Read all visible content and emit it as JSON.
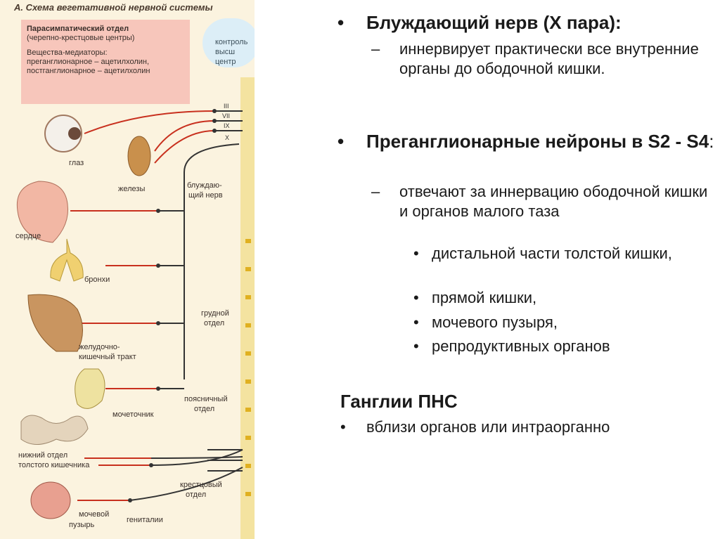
{
  "figure": {
    "title": "А. Схема вегетативной нервной системы",
    "info_lines": [
      "Парасимпатический отдел",
      "(черепно-крестцовые центры)",
      "Вещества-медиаторы:",
      "преганглионарное – ацетилхолин,",
      "постганглионарное – ацетилхолин"
    ],
    "control_lines": [
      "контроль",
      "высш",
      "центр"
    ],
    "cranial_nerves": [
      "III",
      "VII",
      "IX",
      "X"
    ],
    "labels": {
      "eye": "глаз",
      "glands": "железы",
      "vagus_line1": "блуждаю-",
      "vagus_line2": "щий нерв",
      "heart": "сердце",
      "bronchi": "бронхи",
      "thoracic_line1": "грудной",
      "thoracic_line2": "отдел",
      "gi_line1": "желудочно-",
      "gi_line2": "кишечный тракт",
      "kidney": "мочеточник",
      "lumbar_line1": "поясничный",
      "lumbar_line2": "отдел",
      "colon_line1": "нижний отдел",
      "colon_line2": "толстого кишечника",
      "sacral_line1": "крестцовый",
      "sacral_line2": "отдел",
      "bladder_line1": "мочевой",
      "bladder_line2": "пузырь",
      "genitals": "гениталии"
    },
    "colors": {
      "nerve": "#c8301e",
      "spine": "#f4e3a0",
      "background": "#fbf3df",
      "info_box": "#f7c6bb",
      "control_bubble": "#dceef7"
    }
  },
  "content": {
    "vagus": {
      "bullet": "•",
      "title": "Блуждающий нерв (X пара):",
      "sub_bullet": "–",
      "sub": "иннервирует практически все внутренние органы до ободочной кишки."
    },
    "preganglionic": {
      "bullet": "•",
      "title_main": "Преганглионарные нейроны в S2 - S4",
      "title_colon": ":",
      "sub_bullet": "–",
      "sub": "отвечают за иннервацию ободочной кишки и органов малого таза",
      "items_bullet": "•",
      "items": [
        "дистальной части толстой кишки,",
        "прямой кишки,",
        "мочевого пузыря,",
        "репродуктивных органов"
      ]
    },
    "ganglia": {
      "heading": "Ганглии ПНС",
      "bullet": "•",
      "text": "вблизи органов или интраорганно"
    }
  }
}
